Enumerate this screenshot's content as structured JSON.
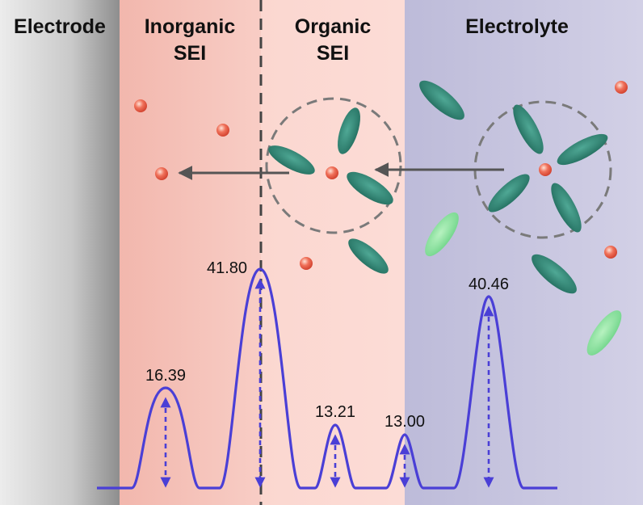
{
  "regions": {
    "electrode": "Electrode",
    "inorganic_sei": [
      "Inorganic",
      "SEI"
    ],
    "organic_sei": [
      "Organic",
      "SEI"
    ],
    "electrolyte": "Electrolyte"
  },
  "energy_barriers": [
    {
      "value": "16.39"
    },
    {
      "value": "41.80"
    },
    {
      "value": "13.21"
    },
    {
      "value": "13.00"
    },
    {
      "value": "40.46"
    }
  ],
  "colors": {
    "curve": "#4a3fd6",
    "solvent_molecule": "#2f8a78",
    "free_solvent_light": "#8be09a",
    "lithium_ion": "#e8553b",
    "inorganic_bg": "#f4bdb4",
    "organic_bg": "#fbd8d2",
    "electrolyte_bg": "#c2bfdc"
  }
}
